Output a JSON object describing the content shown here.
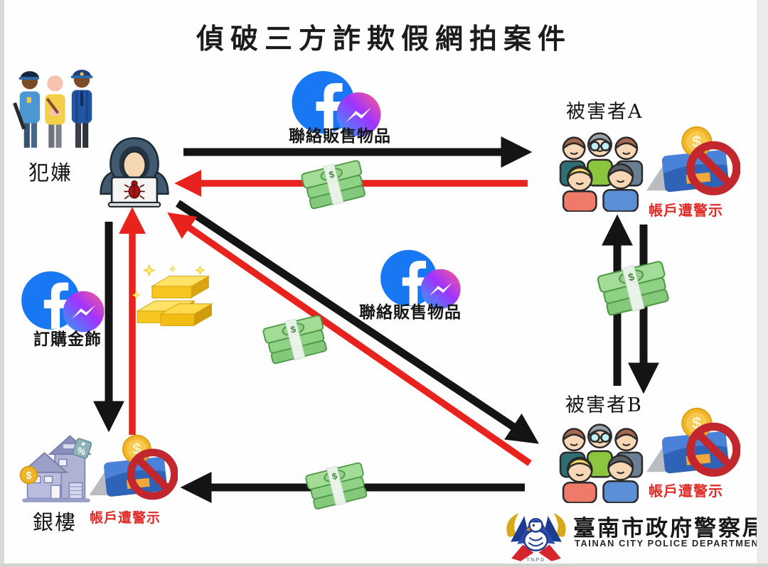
{
  "title": "偵破三方詐欺假網拍案件",
  "nodes": {
    "suspect": {
      "label": "犯嫌"
    },
    "victim_a": {
      "label": "被害者A",
      "status": "帳戶遭警示"
    },
    "victim_b": {
      "label": "被害者B",
      "status": "帳戶遭警示"
    },
    "gold_shop": {
      "label": "銀樓",
      "status": "帳戶遭警示"
    }
  },
  "edge_labels": {
    "hacker_victim_a": "聯絡販售物品",
    "hacker_victim_b": "聯絡販售物品",
    "hacker_gold_shop": "訂購金飾"
  },
  "symbols": {
    "dollar": "$",
    "percent": "%",
    "facebook_f": "f"
  },
  "footer": {
    "org_zh": "臺南市政府警察局",
    "org_en": "TAINAN CITY POLICE DEPARTMENT",
    "badge_acronym": "TNPD"
  },
  "icons": {
    "police_arrest": "police-escorting-suspect-icon",
    "hacker": "hooded-hacker-laptop-bug-icon",
    "facebook": "facebook-icon",
    "messenger": "messenger-icon",
    "cash": "cash-stack-icon",
    "gold": "gold-bars-icon",
    "crowd": "victims-crowd-icon",
    "blocked_card": "bank-card-blocked-icon",
    "store": "jewelry-store-icon",
    "police_logo": "tnpd-dove-logo"
  },
  "colors": {
    "arrow_black": "#141414",
    "arrow_red": "#e8221c",
    "alert_text": "#e02b26",
    "facebook_blue": "#1877f2",
    "messenger_gradient": [
      "#2aa4f4",
      "#a033ff",
      "#ff5e87"
    ],
    "cash_green": "#8fd286",
    "gold": "#f5c21a",
    "card_blue": "#3a72c9",
    "ban_red": "#c1272d"
  }
}
